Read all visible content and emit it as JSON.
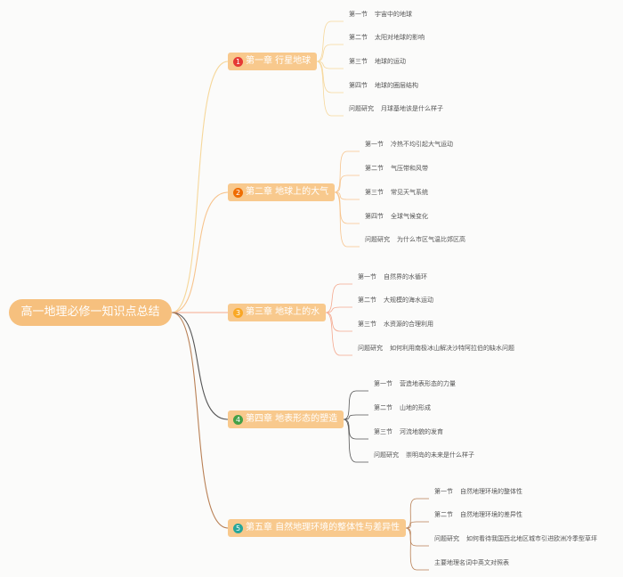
{
  "root": {
    "label": "高一地理必修一知识点总结"
  },
  "chapters": [
    {
      "badge": "1",
      "badge_color": "#e53935",
      "line_color": "#f6d79a",
      "label": "第一章  行星地球",
      "sections": [
        {
          "num": "第一节",
          "title": "宇宙中的地球"
        },
        {
          "num": "第二节",
          "title": "太阳对地球的影响"
        },
        {
          "num": "第三节",
          "title": "地球的运动"
        },
        {
          "num": "第四节",
          "title": "地球的圈层结构"
        },
        {
          "num": "问题研究",
          "title": "月球基地该是什么样子"
        }
      ]
    },
    {
      "badge": "2",
      "badge_color": "#ef6c00",
      "line_color": "#f7c48d",
      "label": "第二章  地球上的大气",
      "sections": [
        {
          "num": "第一节",
          "title": "冷热不均引起大气运动"
        },
        {
          "num": "第二节",
          "title": "气压带和风带"
        },
        {
          "num": "第三节",
          "title": "常见天气系统"
        },
        {
          "num": "第四节",
          "title": "全球气候变化"
        },
        {
          "num": "问题研究",
          "title": "为什么市区气温比郊区高"
        }
      ]
    },
    {
      "badge": "3",
      "badge_color": "#f9a825",
      "line_color": "#f4a88e",
      "label": "第三章  地球上的水",
      "sections": [
        {
          "num": "第一节",
          "title": "自然界的水循环"
        },
        {
          "num": "第二节",
          "title": "大规模的海水运动"
        },
        {
          "num": "第三节",
          "title": "水资源的合理利用"
        },
        {
          "num": "问题研究",
          "title": "如何利用南极冰山解决沙特阿拉伯的缺水问题"
        }
      ]
    },
    {
      "badge": "4",
      "badge_color": "#43a047",
      "line_color": "#555555",
      "label": "第四章  地表形态的塑造",
      "sections": [
        {
          "num": "第一节",
          "title": "营造地表形态的力量"
        },
        {
          "num": "第二节",
          "title": "山地的形成"
        },
        {
          "num": "第三节",
          "title": "河流地貌的发育"
        },
        {
          "num": "问题研究",
          "title": "崇明岛的未来是什么样子"
        }
      ]
    },
    {
      "badge": "5",
      "badge_color": "#26a69a",
      "line_color": "#b98055",
      "label": "第五章  自然地理环境的整体性与差异性",
      "sections": [
        {
          "num": "第一节",
          "title": "自然地理环境的整体性"
        },
        {
          "num": "第二节",
          "title": "自然地理环境的差异性"
        },
        {
          "num": "问题研究",
          "title": "如何看待我国西北地区城市引进欧洲冷季型草坪"
        },
        {
          "num": "",
          "title": "主要地理名词中英文对照表"
        }
      ]
    }
  ]
}
